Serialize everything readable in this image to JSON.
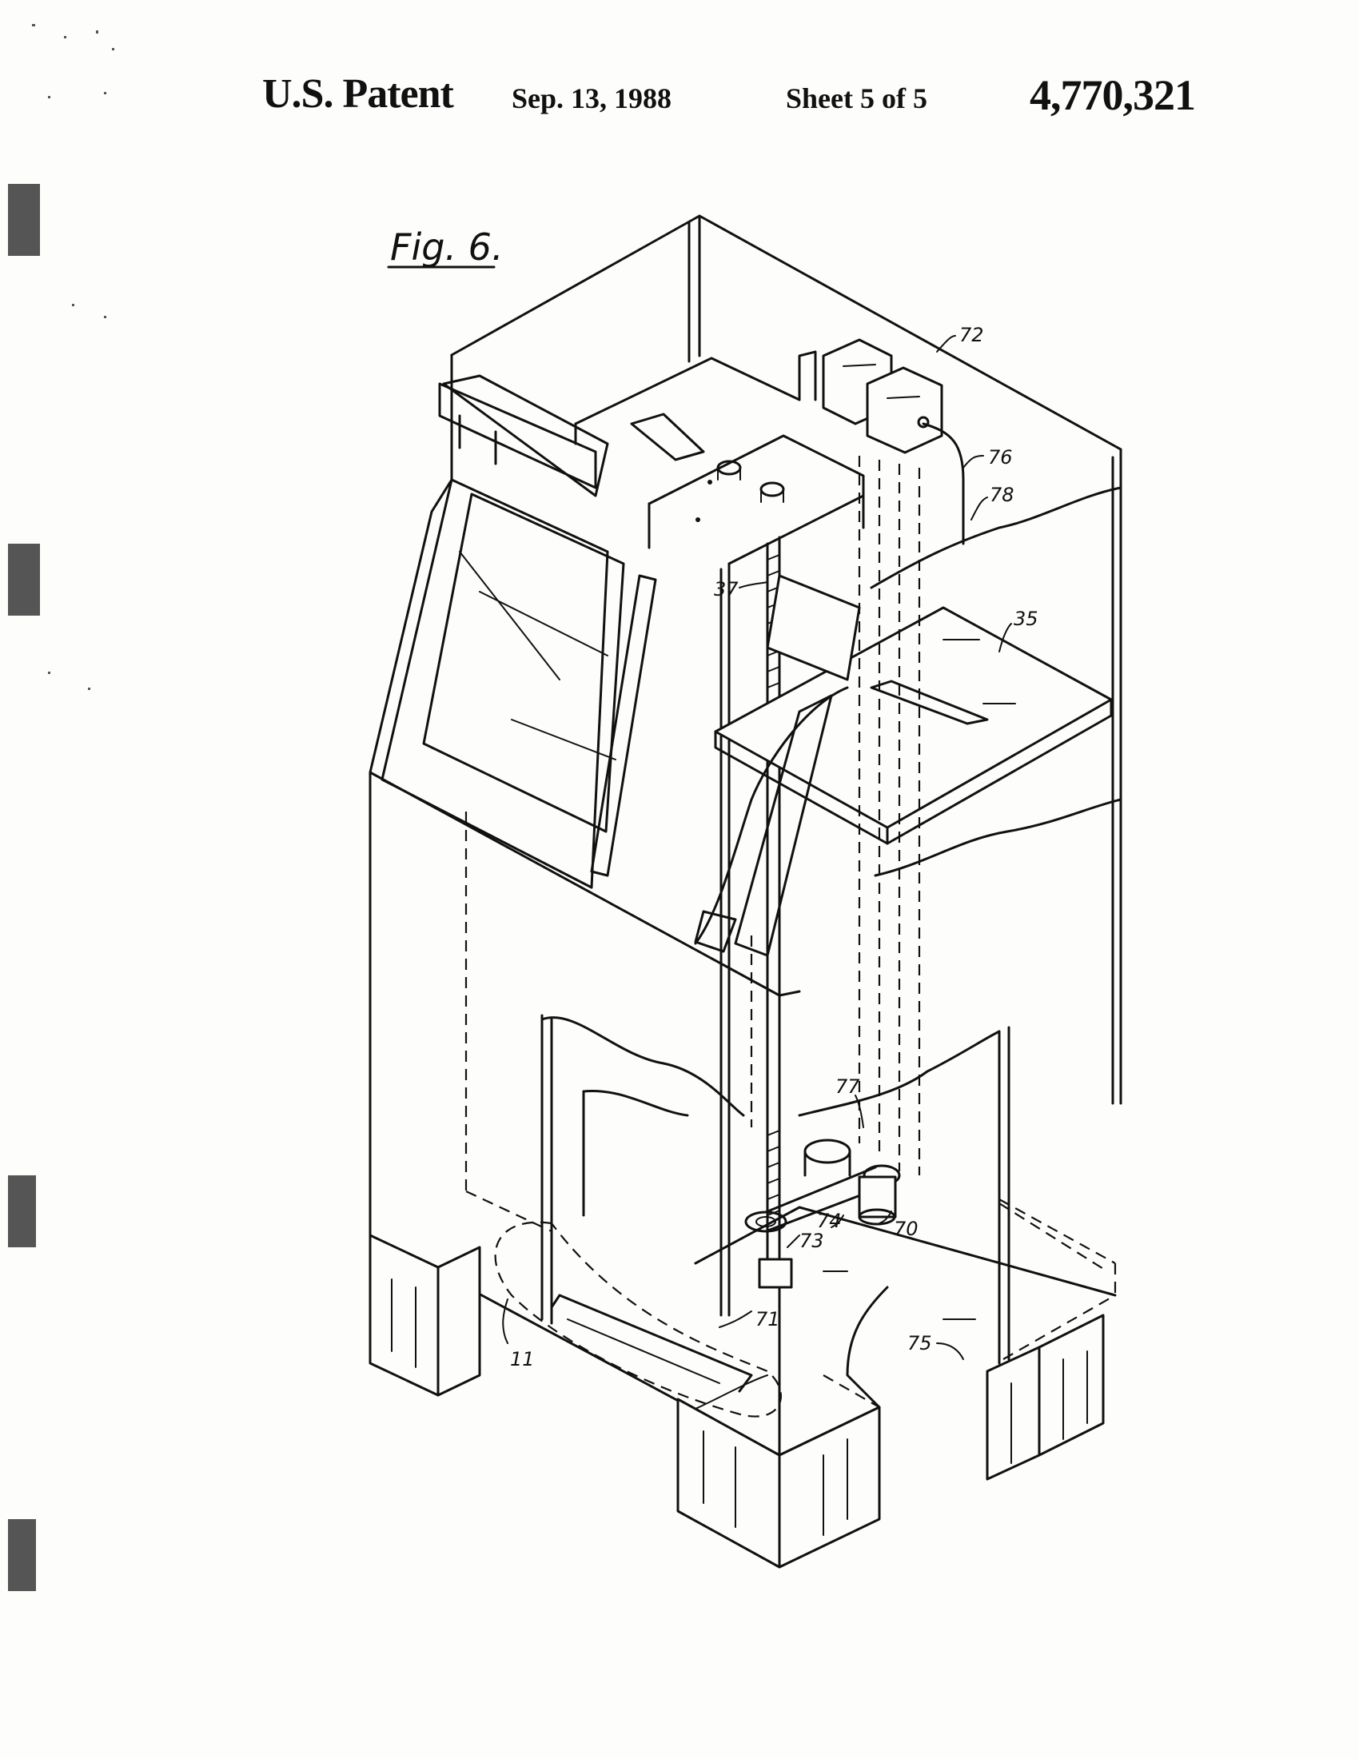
{
  "header": {
    "patent_label": "U.S. Patent",
    "date": "Sep. 13, 1988",
    "sheet": "Sheet 5 of 5",
    "patent_number": "4,770,321"
  },
  "figure": {
    "label": "Fig. 6.",
    "reference_numerals": {
      "r72": "72",
      "r76": "76",
      "r78": "78",
      "r35": "35",
      "r37": "37",
      "r77": "77",
      "r74": "74",
      "r73": "73",
      "r70": "70",
      "r71": "71",
      "r75": "75",
      "r11": "11"
    }
  },
  "colors": {
    "ink": "#111111",
    "paper": "#fdfdfc"
  }
}
